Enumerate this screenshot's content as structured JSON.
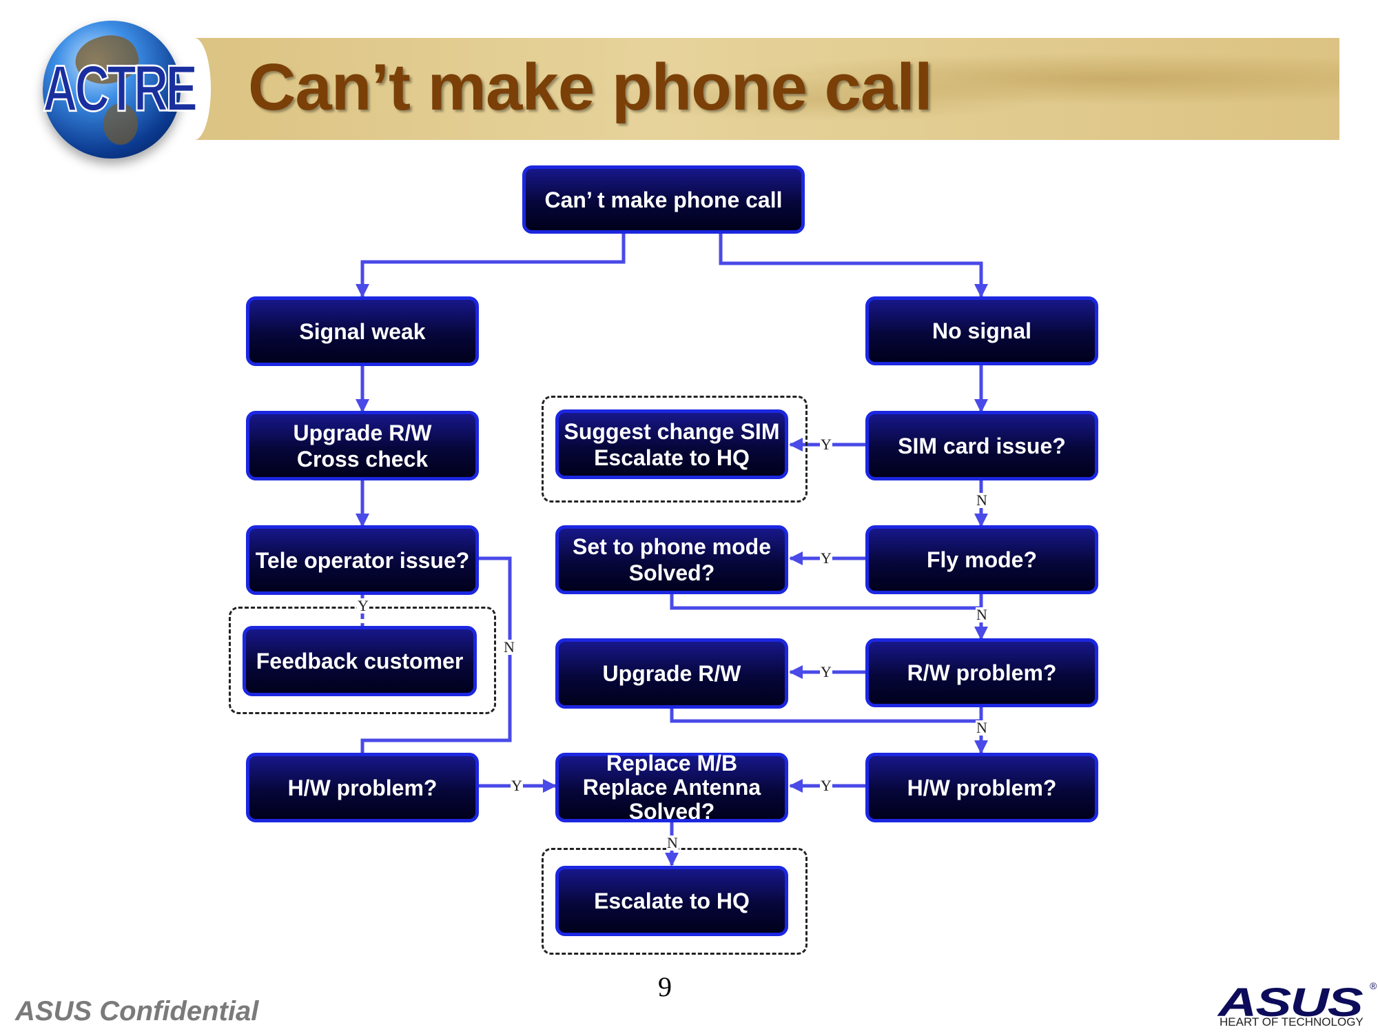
{
  "header": {
    "logo_text": "ACTRE",
    "title": "Can’t make phone call"
  },
  "flowchart": {
    "nodes": {
      "start": [
        "Can’ t make phone call"
      ],
      "signal_weak": [
        "Signal weak"
      ],
      "upgrade_crosscheck": [
        "Upgrade R/W",
        "Cross check"
      ],
      "tele_operator": [
        "Tele operator issue?"
      ],
      "feedback_customer": [
        "Feedback customer"
      ],
      "hw_problem_left": [
        "H/W problem?"
      ],
      "no_signal": [
        "No signal"
      ],
      "sim_issue": [
        "SIM card issue?"
      ],
      "suggest_sim": [
        "Suggest change SIM",
        "Escalate to HQ"
      ],
      "fly_mode": [
        "Fly mode?"
      ],
      "set_phone_mode": [
        "Set to phone mode",
        "Solved?"
      ],
      "rw_problem": [
        "R/W problem?"
      ],
      "upgrade_rw": [
        "Upgrade R/W"
      ],
      "hw_problem_right": [
        "H/W problem?"
      ],
      "replace_mb": [
        "Replace M/B",
        "Replace Antenna",
        "Solved?"
      ],
      "escalate_hq": [
        "Escalate to HQ"
      ]
    },
    "edge_labels": {
      "yes": "Y",
      "no": "N"
    }
  },
  "footer": {
    "page_number": "9",
    "confidential": "ASUS Confidential",
    "brand_logo": "ASUS",
    "brand_tagline": "HEART OF TECHNOLOGY"
  },
  "colors": {
    "box_border": "#1c27e0",
    "box_fill": "#06063a",
    "connector": "#4a4ae8",
    "title": "#7a4008",
    "banner": "#dcc383"
  }
}
